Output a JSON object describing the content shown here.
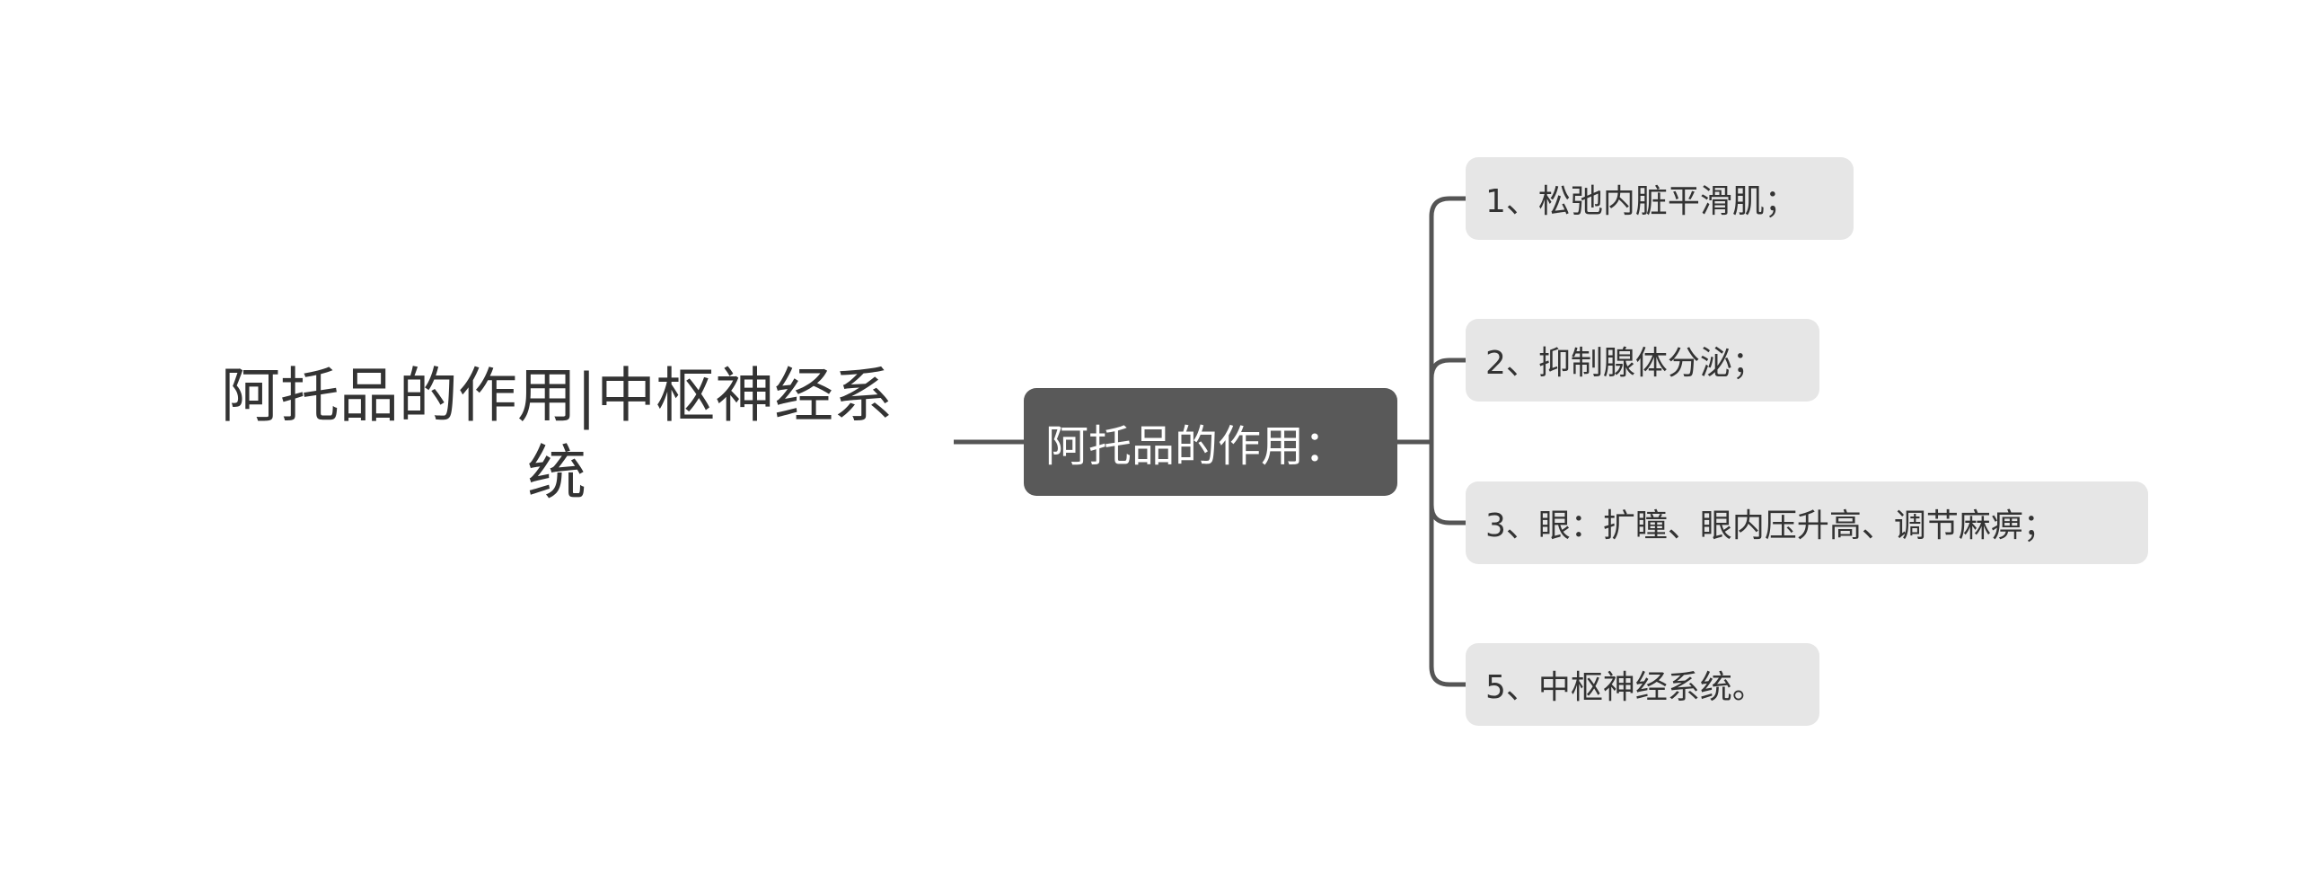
{
  "root": {
    "title": "阿托品的作用|中枢神经系\n统"
  },
  "main_topic": {
    "label": "阿托品的作用："
  },
  "subtopics": [
    {
      "label": "1、松弛内脏平滑肌；"
    },
    {
      "label": "2、抑制腺体分泌；"
    },
    {
      "label": "3、眼：扩瞳、眼内压升高、调节麻痹；"
    },
    {
      "label": "5、中枢神经系统。"
    }
  ],
  "colors": {
    "connector": "#555555",
    "main_node_bg": "#595959",
    "subtopic_bg": "#e6e6e6",
    "text": "#333333"
  }
}
